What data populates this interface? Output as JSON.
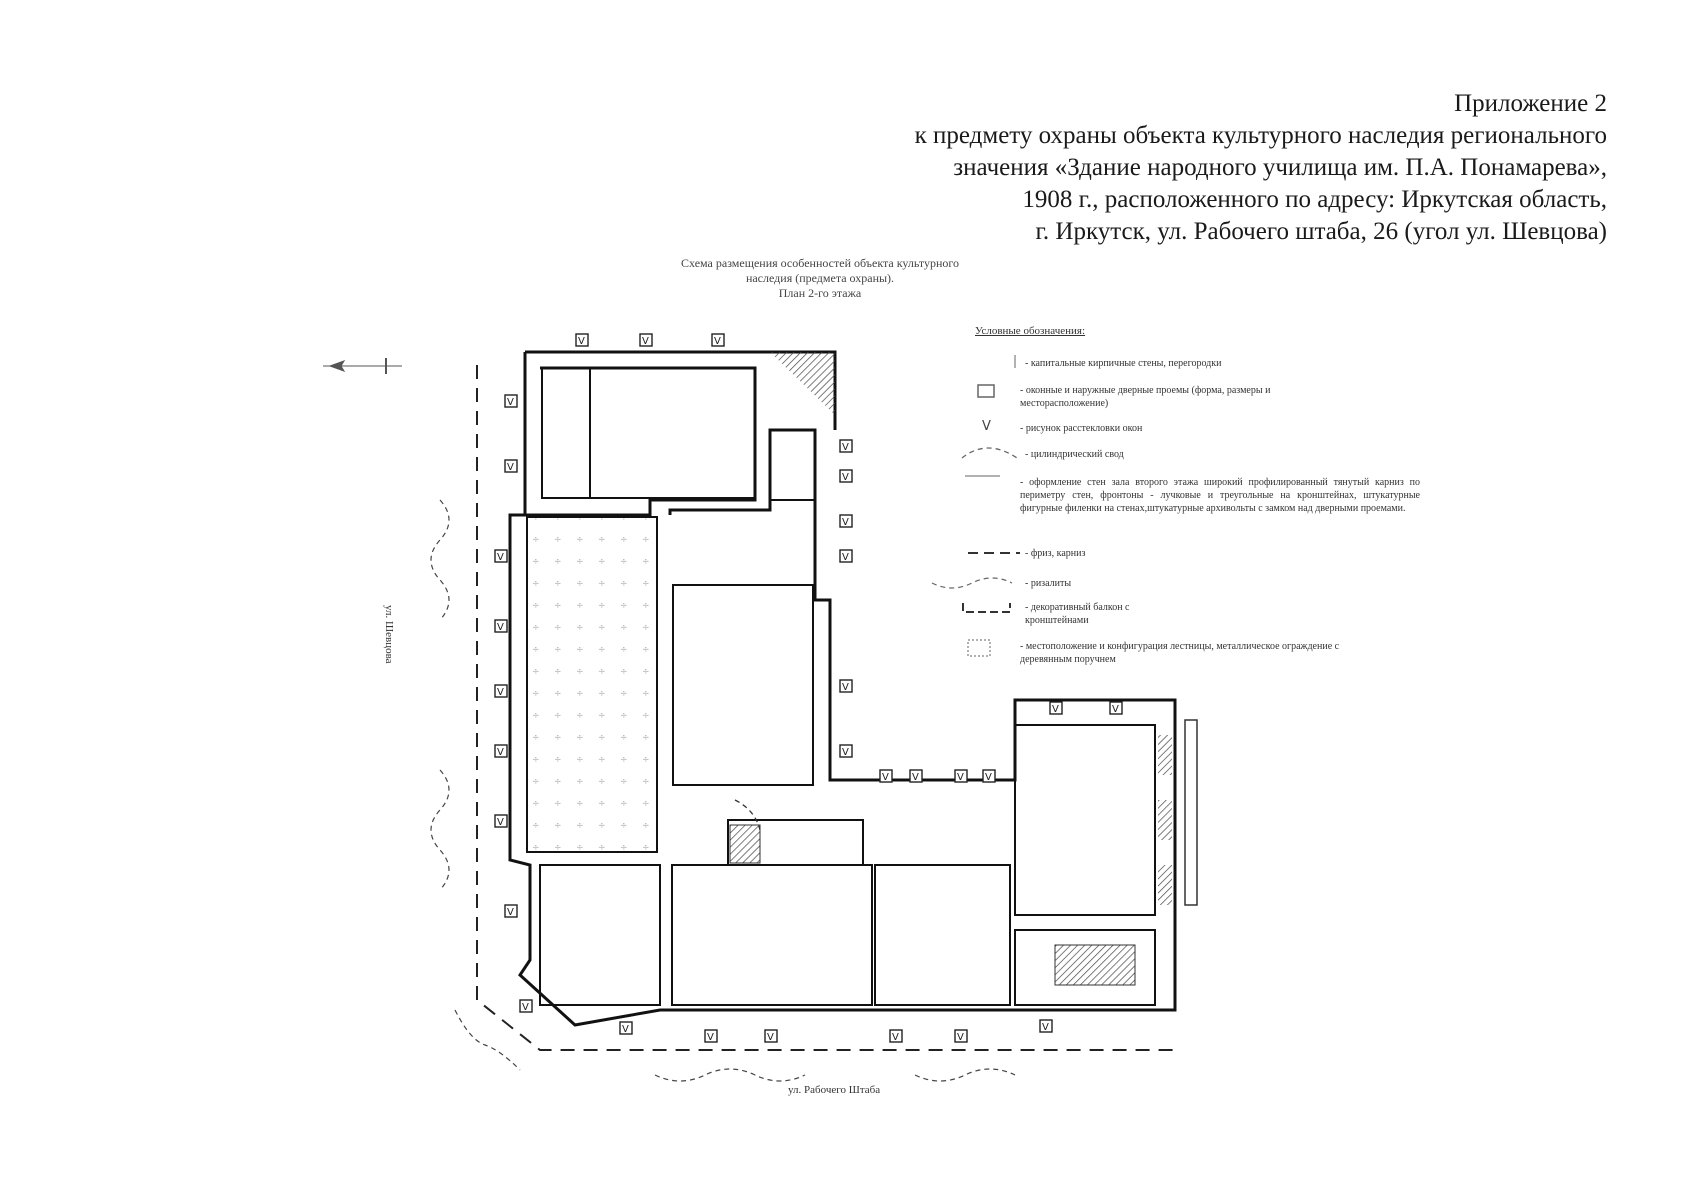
{
  "header": {
    "line1": "Приложение 2",
    "line2": "к предмету охраны объекта культурного наследия регионального",
    "line3": "значения «Здание народного училища им. П.А. Понамарева»,",
    "line4": "1908 г., расположенного по адресу: Иркутская область,",
    "line5": "г. Иркутск, ул. Рабочего штаба, 26 (угол ул. Шевцова)"
  },
  "scheme": {
    "title_line1": "Схема размещения особенностей объекта культурного",
    "title_line2": "наследия (предмета охраны).",
    "title_line3": "План 2-го этажа"
  },
  "legend": {
    "title": "Условные обозначения:",
    "items": [
      {
        "text": "- капитальные кирпичные стены, перегородки"
      },
      {
        "text": "- оконные и наружные дверные проемы (форма, размеры и месторасположение)"
      },
      {
        "text": "- рисунок расстекловки окон"
      },
      {
        "text": "- цилиндрический свод"
      },
      {
        "text": "- оформление стен зала второго этажа широкий профилированный тянутый карниз по периметру стен, фронтоны - лучковые и треугольные на кронштейнах, штукатурные фигурные филенки на стенах,штукатурные архивольты с замком над дверными проемами."
      },
      {
        "text": "- фриз, карниз"
      },
      {
        "text": "- ризалиты"
      },
      {
        "text": "- декоративный балкон с кронштейнами"
      },
      {
        "text": "- местоположение и конфигурация лестницы, металлическое ограждение с деревянным поручнем"
      }
    ]
  },
  "streets": {
    "left": "ул. Шевцова",
    "bottom": "ул. Рабочего Штаба"
  },
  "symbols": {
    "window_glyph": "V"
  }
}
